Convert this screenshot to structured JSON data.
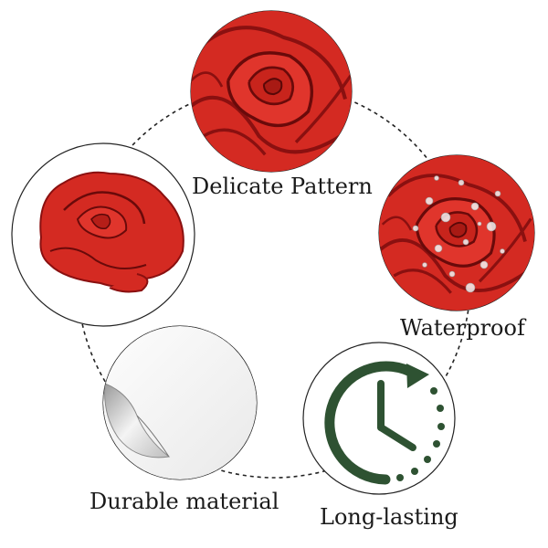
{
  "features": [
    {
      "label": "Delicate Pattern",
      "icon": "rose-pattern-icon"
    },
    {
      "label": "Waterproof",
      "icon": "water-droplets-icon"
    },
    {
      "label": "Long-lasting",
      "icon": "clock-icon"
    },
    {
      "label": "Durable material",
      "icon": "peeling-sticker-icon"
    }
  ],
  "colors": {
    "rose_red": "#d42a22",
    "rose_dark": "#8a1010",
    "clock_green": "#2e5232",
    "ring_stroke": "#222222"
  }
}
